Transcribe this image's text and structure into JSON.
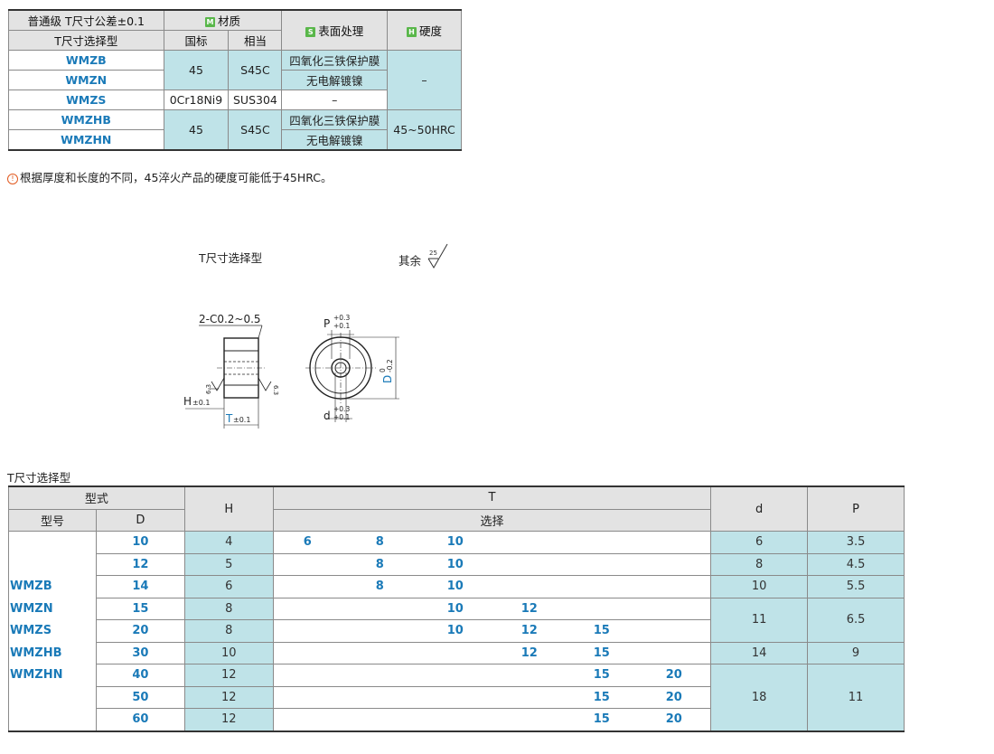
{
  "material_table": {
    "header_left_top": "普通级  T尺寸公差±0.1",
    "header_left_bottom": "T尺寸选择型",
    "material_badge": "M",
    "material_label": "材质",
    "surface_badge": "S",
    "surface_label": "表面处理",
    "hardness_badge": "H",
    "hardness_label": "硬度",
    "col_standard": "国标",
    "col_equivalent": "相当",
    "rows": [
      {
        "code": "WMZB"
      },
      {
        "code": "WMZN"
      },
      {
        "code": "WMZS"
      },
      {
        "code": "WMZHB"
      },
      {
        "code": "WMZHN"
      }
    ],
    "std_45_a": "45",
    "eq_s45c_a": "S45C",
    "surf_1": "四氧化三铁保护膜",
    "surf_2": "无电解镀镍",
    "hard_dash": "–",
    "std_wmzs": "0Cr18Ni9",
    "eq_wmzs": "SUS304",
    "surf_wmzs": "–",
    "std_45_b": "45",
    "eq_s45c_b": "S45C",
    "surf_3": "四氧化三铁保护膜",
    "hard_range": "45~50HRC",
    "surf_4": "无电解镀镍"
  },
  "note": {
    "icon": "note-icon",
    "text": "根据厚度和长度的不同，45淬火产品的硬度可能低于45HRC。"
  },
  "drawing": {
    "title": "T尺寸选择型",
    "rest_label": "其余",
    "roughness_rest": "25",
    "chamfer": "2-C0.2~0.5",
    "h_label": "H",
    "h_tol": "±0.1",
    "t_label": "T",
    "t_tol": "±0.1",
    "roughness_side": "6.3",
    "p_label": "P",
    "p_tol_up": "+0.3",
    "p_tol_low": "+0.1",
    "d_label": "d",
    "d_tol_up": "+0.3",
    "d_tol_low": "+0.1",
    "D_label": "D",
    "D_tol_up": "0",
    "D_tol_low": "-0.2"
  },
  "dim_table": {
    "section_title": "T尺寸选择型",
    "h_form": "型式",
    "h_type": "型号",
    "h_D": "D",
    "h_H": "H",
    "h_T": "T",
    "h_select": "选择",
    "h_d": "d",
    "h_P": "P",
    "types": [
      "WMZB",
      "WMZN",
      "WMZS",
      "WMZHB",
      "WMZHN"
    ],
    "rows": [
      {
        "D": "10",
        "H": "4",
        "T": [
          "6",
          "8",
          "10"
        ]
      },
      {
        "D": "12",
        "H": "5",
        "T": [
          "8",
          "10"
        ]
      },
      {
        "D": "14",
        "H": "6",
        "T": [
          "8",
          "10"
        ]
      },
      {
        "D": "15",
        "H": "8",
        "T": [
          "10",
          "12"
        ]
      },
      {
        "D": "20",
        "H": "8",
        "T": [
          "10",
          "12",
          "15"
        ]
      },
      {
        "D": "30",
        "H": "10",
        "T": [
          "12",
          "15"
        ]
      },
      {
        "D": "40",
        "H": "12",
        "T": [
          "15",
          "20"
        ]
      },
      {
        "D": "50",
        "H": "12",
        "T": [
          "15",
          "20"
        ]
      },
      {
        "D": "60",
        "H": "12",
        "T": [
          "15",
          "20"
        ]
      }
    ],
    "d_vals": [
      "6",
      "8",
      "10",
      "11",
      "14",
      "18"
    ],
    "P_vals": [
      "3.5",
      "4.5",
      "5.5",
      "6.5",
      "9",
      "11"
    ]
  }
}
